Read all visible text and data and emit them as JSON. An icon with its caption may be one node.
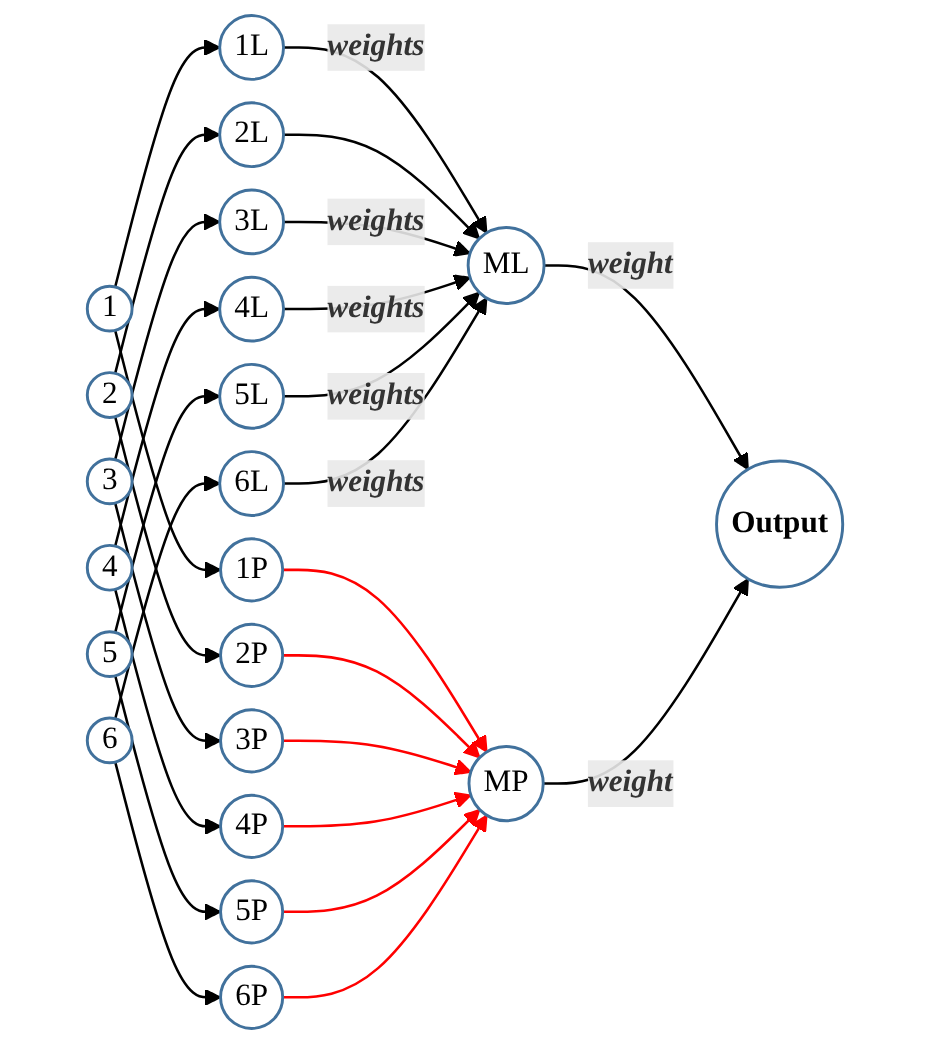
{
  "diagram": {
    "nodes": [
      {
        "text": [
          "1"
        ]
      },
      {
        "text": [
          "2"
        ]
      },
      {
        "text": [
          "3"
        ]
      },
      {
        "text": [
          "4"
        ]
      },
      {
        "text": [
          "5"
        ]
      },
      {
        "text": [
          "6"
        ]
      },
      {
        "text": [
          "1L"
        ]
      },
      {
        "text": [
          "1P"
        ]
      },
      {
        "text": [
          "2L"
        ]
      },
      {
        "text": [
          "2P"
        ]
      },
      {
        "text": [
          "3L"
        ]
      },
      {
        "text": [
          "3P"
        ]
      },
      {
        "text": [
          "4L"
        ]
      },
      {
        "text": [
          "4P"
        ]
      },
      {
        "text": [
          "5L"
        ]
      },
      {
        "text": [
          "5P"
        ]
      },
      {
        "text": [
          "6L"
        ]
      },
      {
        "text": [
          "6P"
        ]
      },
      {
        "text": [
          "ML"
        ]
      },
      {
        "text": [
          "MP"
        ]
      },
      {
        "text": [
          "Output"
        ]
      }
    ],
    "edges": [
      {
        "from": 0,
        "to": 6,
        "arrow": "to"
      },
      {
        "from": 0,
        "to": 7,
        "arrow": "to"
      },
      {
        "from": 1,
        "to": 8,
        "arrow": "to"
      },
      {
        "from": 1,
        "to": 9,
        "arrow": "to"
      },
      {
        "from": 2,
        "to": 10,
        "arrow": "to"
      },
      {
        "from": 2,
        "to": 11,
        "arrow": "to"
      },
      {
        "from": 3,
        "to": 12,
        "arrow": "to"
      },
      {
        "from": 3,
        "to": 13,
        "arrow": "to"
      },
      {
        "from": 4,
        "to": 14,
        "arrow": "to"
      },
      {
        "from": 4,
        "to": 15,
        "arrow": "to"
      },
      {
        "from": 5,
        "to": 16,
        "arrow": "to"
      },
      {
        "from": 5,
        "to": 17,
        "arrow": "to"
      },
      {
        "from": 6,
        "to": 18,
        "arrow": "to",
        "label": "weights"
      },
      {
        "from": 7,
        "to": 19,
        "arrow": "to",
        "color": "#ff0000"
      },
      {
        "from": 8,
        "to": 18,
        "arrow": "to"
      },
      {
        "from": 9,
        "to": 19,
        "arrow": "to",
        "color": "#ff0000"
      },
      {
        "from": 10,
        "to": 18,
        "arrow": "to",
        "label": "weights"
      },
      {
        "from": 11,
        "to": 19,
        "arrow": "to",
        "color": "#ff0000"
      },
      {
        "from": 12,
        "to": 18,
        "arrow": "to",
        "label": "weights"
      },
      {
        "from": 13,
        "to": 19,
        "arrow": "to",
        "color": "#ff0000"
      },
      {
        "from": 14,
        "to": 18,
        "arrow": "to",
        "label": "weights"
      },
      {
        "from": 15,
        "to": 19,
        "arrow": "to",
        "color": "#ff0000"
      },
      {
        "from": 16,
        "to": 18,
        "arrow": "to",
        "label": "weights"
      },
      {
        "from": 17,
        "to": 19,
        "arrow": "to",
        "color": "#ff0000"
      },
      {
        "from": 18,
        "to": 20,
        "arrow": "to",
        "label": "weight"
      },
      {
        "from": 19,
        "to": 20,
        "arrow": "to",
        "label": "weight"
      }
    ]
  }
}
